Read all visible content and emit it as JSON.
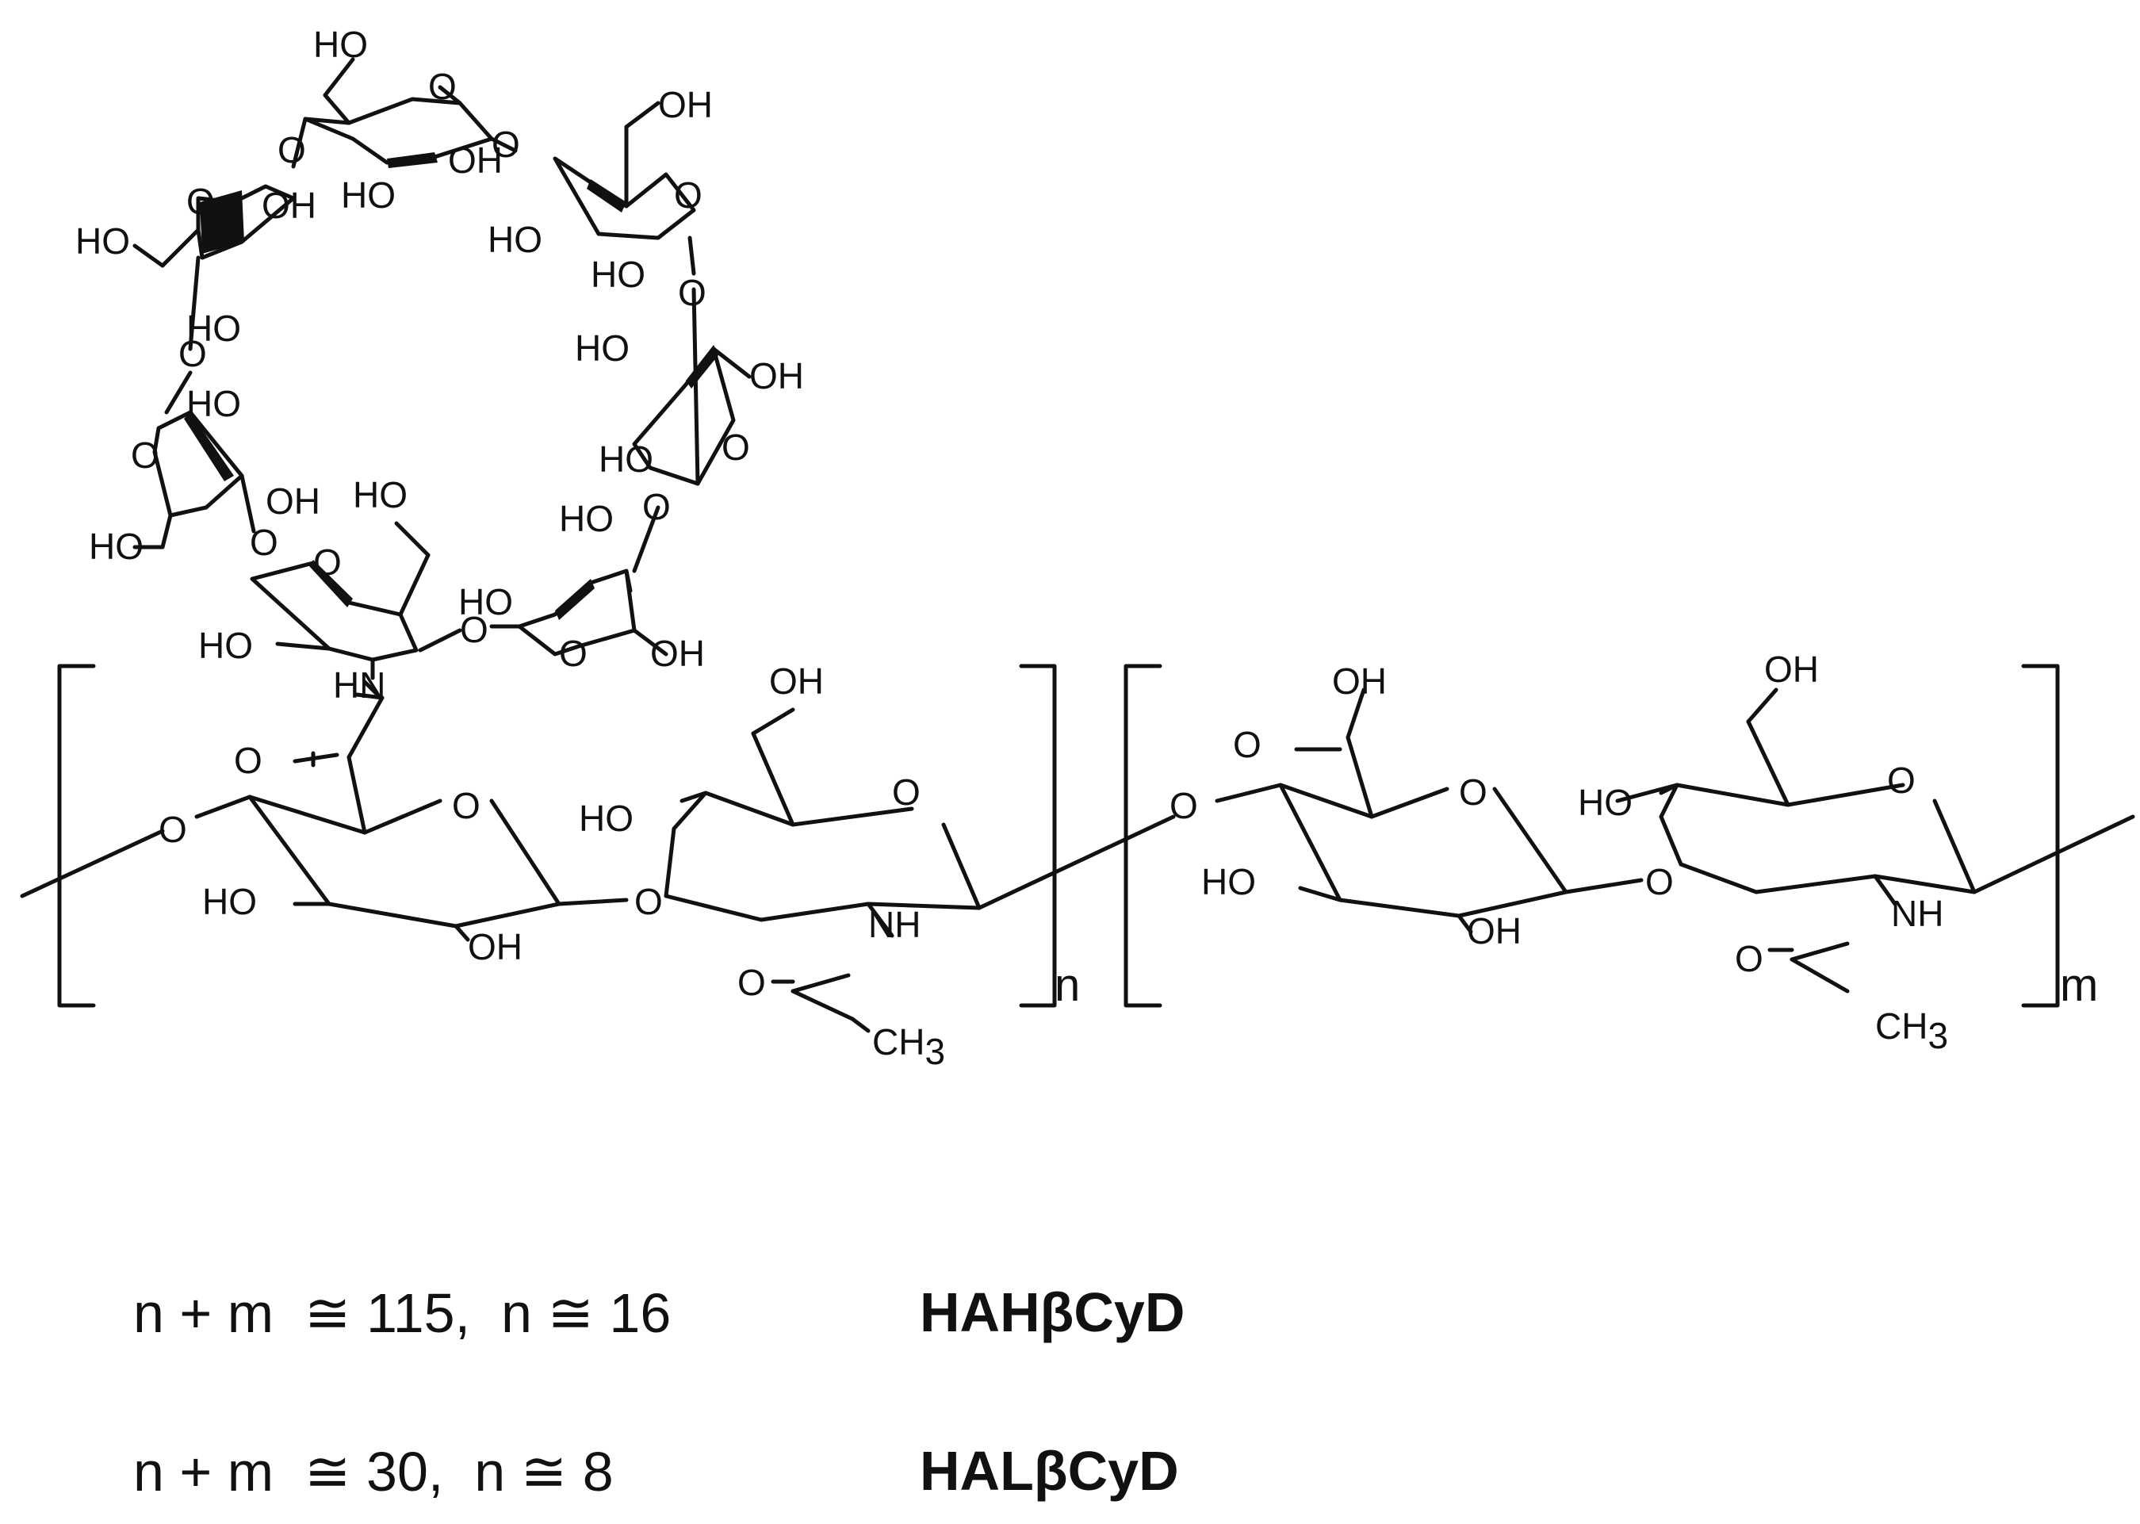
{
  "structure": {
    "atoms": {
      "oh": "OH",
      "ho": "HO",
      "o": "O",
      "nh": "NH",
      "hn": "HN",
      "ch": "CH",
      "sub3": "3"
    },
    "repeat_index_n": "n",
    "repeat_index_m": "m"
  },
  "variants": [
    {
      "formula": "n + m  ≅ 115,  n ≅ 16",
      "name": "HAHβCyD"
    },
    {
      "formula": "n + m  ≅ 30,  n ≅ 8",
      "name": "HALβCyD"
    }
  ]
}
